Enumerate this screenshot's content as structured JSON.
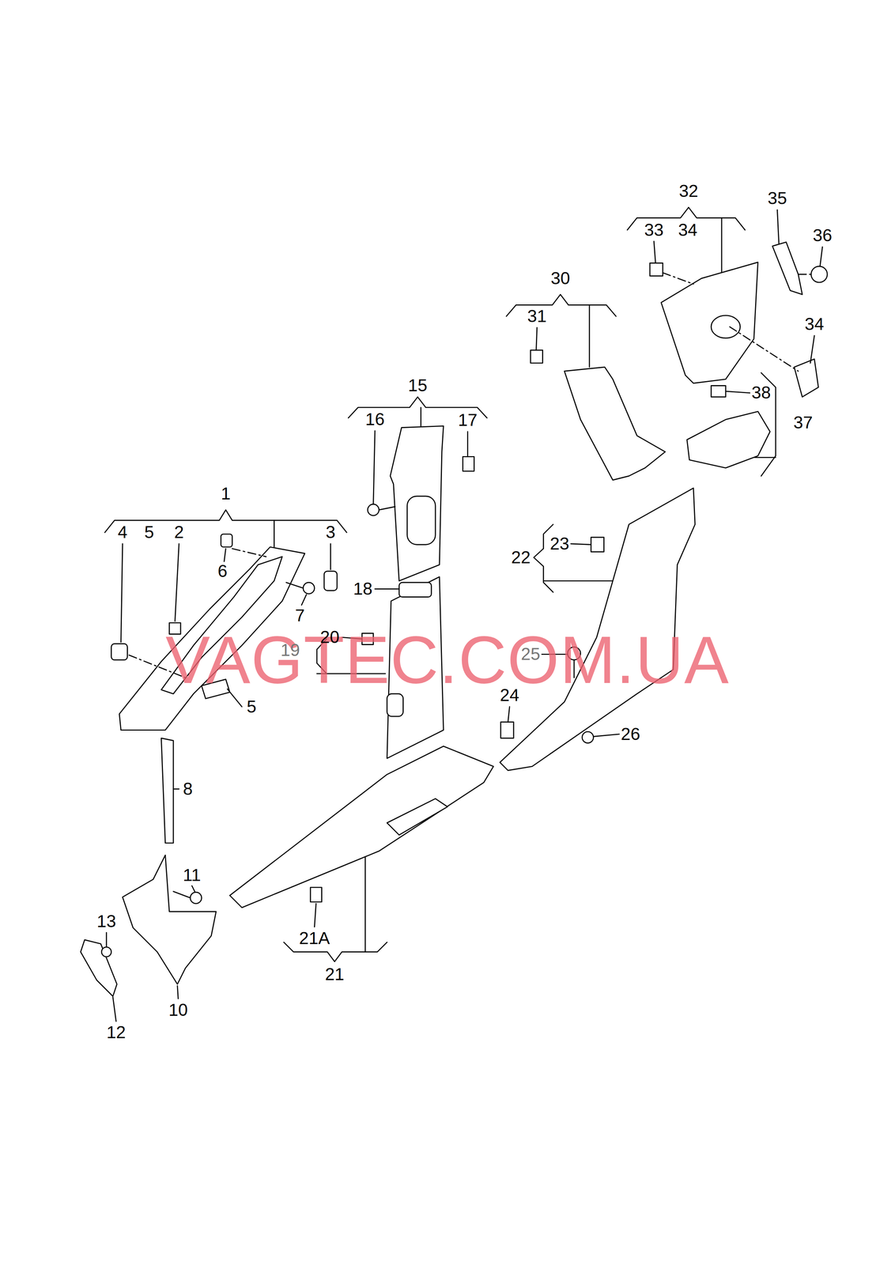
{
  "diagram": {
    "labels": [
      "VAGTEC.COM.UA",
      "1",
      "4",
      "5",
      "2",
      "3",
      "6",
      "7",
      "5",
      "8",
      "11",
      "13",
      "10",
      "12",
      "15",
      "16",
      "17",
      "18",
      "20",
      "19",
      "21A",
      "21",
      "30",
      "31",
      "32",
      "33",
      "34",
      "35",
      "36",
      "34",
      "38",
      "37",
      "22",
      "23",
      "25",
      "24",
      "26"
    ]
  }
}
